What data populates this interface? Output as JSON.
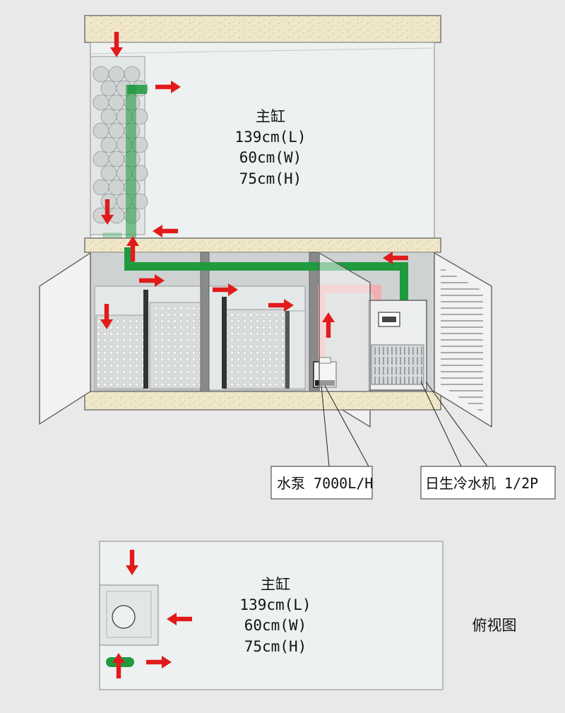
{
  "side_view": {
    "main_tank_label": [
      "主缸",
      "139cm(L)",
      "60cm(W)",
      "75cm(H)"
    ],
    "pump_label": "水泵 7000L/H",
    "chiller_label": "日生冷水机 1/2P"
  },
  "top_view": {
    "main_tank_label": [
      "主缸",
      "139cm(L)",
      "60cm(W)",
      "75cm(H)"
    ],
    "caption": "俯视图"
  },
  "colors": {
    "wood": "#f0e7c8",
    "glass": "#eef1f1",
    "water_pipe_green": "#1f9a3e",
    "hot_pipe_pink": "#f1b0b0",
    "flow_arrow_red": "#e11b1b",
    "cabinet_door": "#f2f2f2",
    "partition": "#8a8a8a"
  },
  "icons": [
    "flow-arrow-icon",
    "ball-media-icon",
    "water-pump-icon",
    "chiller-unit-icon"
  ]
}
